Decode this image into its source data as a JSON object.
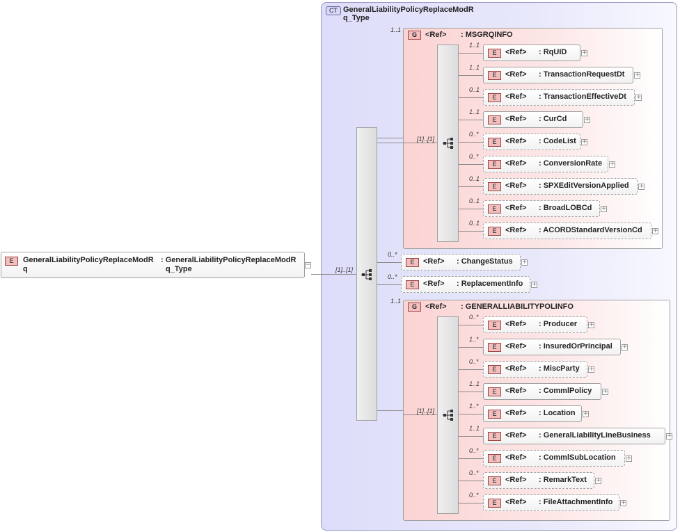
{
  "root": {
    "kind": "E",
    "name_line1": "GeneralLiabilityPolicyReplaceModR",
    "name_line2": "q",
    "type_line1": ": GeneralLiabilityPolicyReplaceModR",
    "type_line2": "q_Type",
    "collapse": "−"
  },
  "complex_type": {
    "kind": "CT",
    "name_line1": "GeneralLiabilityPolicyReplaceModR",
    "name_line2": "q_Type"
  },
  "main_sequence_card": "[1]..[1]",
  "groups": [
    {
      "kind": "G",
      "ref": "<Ref>",
      "name": ": MSGRQINFO",
      "card": "1..1",
      "seq_card": "[1]..[1]",
      "items": [
        {
          "kind": "E",
          "ref": "<Ref>",
          "name": ": RqUID",
          "card": "1..1",
          "optional": false
        },
        {
          "kind": "E",
          "ref": "<Ref>",
          "name": ": TransactionRequestDt",
          "card": "1..1",
          "optional": false
        },
        {
          "kind": "E",
          "ref": "<Ref>",
          "name": ": TransactionEffectiveDt",
          "card": "0..1",
          "optional": true
        },
        {
          "kind": "E",
          "ref": "<Ref>",
          "name": ": CurCd",
          "card": "1..1",
          "optional": false
        },
        {
          "kind": "E",
          "ref": "<Ref>",
          "name": ": CodeList",
          "card": "0..*",
          "optional": true
        },
        {
          "kind": "E",
          "ref": "<Ref>",
          "name": ": ConversionRate",
          "card": "0..*",
          "optional": true
        },
        {
          "kind": "E",
          "ref": "<Ref>",
          "name": ": SPXEditVersionApplied",
          "card": "0..1",
          "optional": true
        },
        {
          "kind": "E",
          "ref": "<Ref>",
          "name": ": BroadLOBCd",
          "card": "0..1",
          "optional": true
        },
        {
          "kind": "E",
          "ref": "<Ref>",
          "name": ": ACORDStandardVersionCd",
          "card": "0..1",
          "optional": true
        }
      ]
    },
    {
      "kind": "G",
      "ref": "<Ref>",
      "name": ": GENERALLIABILITYPOLINFO",
      "card": "1..1",
      "seq_card": "[1]..[1]",
      "items": [
        {
          "kind": "E",
          "ref": "<Ref>",
          "name": ": Producer",
          "card": "0..*",
          "optional": true
        },
        {
          "kind": "E",
          "ref": "<Ref>",
          "name": ": InsuredOrPrincipal",
          "card": "1..*",
          "optional": false
        },
        {
          "kind": "E",
          "ref": "<Ref>",
          "name": ": MiscParty",
          "card": "0..*",
          "optional": true
        },
        {
          "kind": "E",
          "ref": "<Ref>",
          "name": ": CommlPolicy",
          "card": "1..1",
          "optional": false
        },
        {
          "kind": "E",
          "ref": "<Ref>",
          "name": ": Location",
          "card": "1..*",
          "optional": false
        },
        {
          "kind": "E",
          "ref": "<Ref>",
          "name": ": GeneralLiabilityLineBusiness",
          "card": "1..1",
          "optional": false
        },
        {
          "kind": "E",
          "ref": "<Ref>",
          "name": ": CommlSubLocation",
          "card": "0..*",
          "optional": true
        },
        {
          "kind": "E",
          "ref": "<Ref>",
          "name": ": RemarkText",
          "card": "0..*",
          "optional": true
        },
        {
          "kind": "E",
          "ref": "<Ref>",
          "name": ": FileAttachmentInfo",
          "card": "0..*",
          "optional": true
        }
      ]
    }
  ],
  "mid_elements": [
    {
      "kind": "E",
      "ref": "<Ref>",
      "name": ": ChangeStatus",
      "card": "0..*",
      "optional": true
    },
    {
      "kind": "E",
      "ref": "<Ref>",
      "name": ": ReplacementInfo",
      "card": "0..*",
      "optional": true
    }
  ],
  "expand_symbol": "+"
}
